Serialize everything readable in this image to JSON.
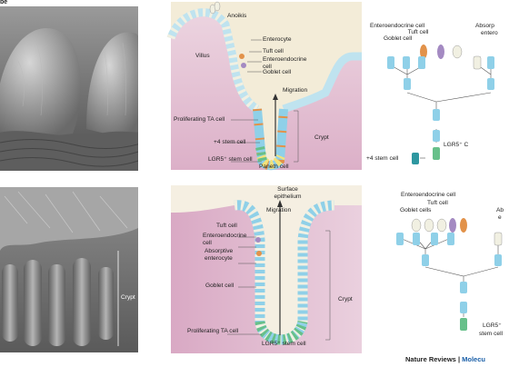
{
  "figure": {
    "corner_text": "be",
    "footer": {
      "journal": "Nature Reviews | ",
      "section": "Molecu"
    }
  },
  "sem_bottom": {
    "crypt_label": "Crypt"
  },
  "small_intestine": {
    "labels": {
      "anoikis": "Anoikis",
      "villus": "Villus",
      "enterocyte": "Enterocyte",
      "tuft": "Tuft cell",
      "enteroendocrine": "Enteroendocrine cell",
      "goblet": "Goblet cell",
      "migration": "Migration",
      "proliferating": "Proliferating TA cell",
      "plus4": "+4 stem cell",
      "crypt": "Crypt",
      "lgr5": "LGR5⁺ stem cell",
      "paneth": "Paneth cell"
    }
  },
  "colon": {
    "labels": {
      "surface": "Surface epithelium",
      "migration": "Migration",
      "tuft": "Tuft cell",
      "enteroendocrine": "Enteroendocrine cell",
      "absorptive": "Absorptive enterocyte",
      "goblet": "Goblet cell",
      "crypt": "Crypt",
      "proliferating": "Proliferating TA cell",
      "lgr5": "LGR5⁺ stem cell"
    }
  },
  "lineage_top": {
    "labels": {
      "enteroendocrine": "Enteroendocrine cell",
      "tuft": "Tuft cell",
      "goblet": "Goblet cell",
      "absorp": "Absorp",
      "entero": "entero",
      "lgr5": "LGR5⁺ C",
      "plus4": "+4 stem cell"
    }
  },
  "lineage_bottom": {
    "labels": {
      "enteroendocrine": "Enteroendocrine cell",
      "tuft": "Tuft cell",
      "goblet": "Goblet cells",
      "ab": "Ab",
      "e": "e",
      "lgr5": "LGR5⁺",
      "stem": "stem cell"
    }
  },
  "colors": {
    "tissue_pink": "#e6c2d6",
    "lumen_cream": "#f3ecd8",
    "enterocyte_blue": "#8fd0e8",
    "goblet_cream": "#f1f0e2",
    "tuft_purple": "#a48ac2",
    "enteroendocrine_orange": "#e2924a",
    "paneth_yellow": "#f2e27a",
    "stem_green": "#67c08a",
    "plus4_teal": "#2e97a0",
    "journal_blue": "#1a5fa8"
  }
}
